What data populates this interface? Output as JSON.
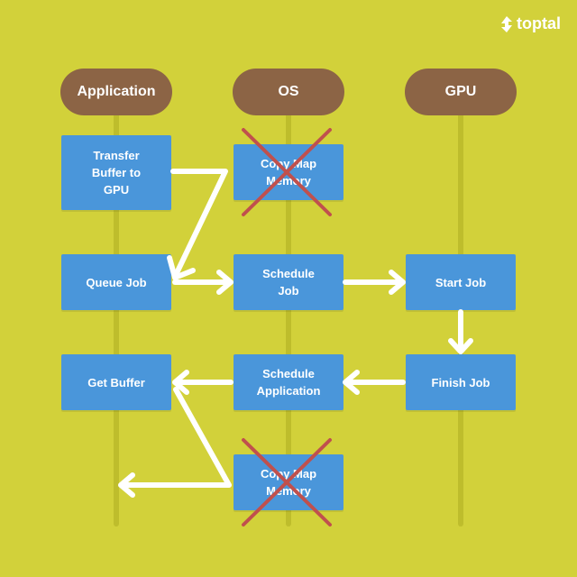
{
  "brand": {
    "logo_text": "toptal"
  },
  "lanes": {
    "application": "Application",
    "os": "OS",
    "gpu": "GPU"
  },
  "boxes": {
    "transfer_buffer": "Transfer\nBuffer to\nGPU",
    "copy_map_memory_top": "Copy Map\nMemory",
    "queue_job": "Queue Job",
    "schedule_job": "Schedule\nJob",
    "start_job": "Start Job",
    "get_buffer": "Get Buffer",
    "schedule_application": "Schedule\nApplication",
    "finish_job": "Finish Job",
    "copy_map_memory_bottom": "Copy Map\nMemory"
  },
  "colors": {
    "background": "#d2d13a",
    "lane_header": "#8c6445",
    "box": "#4a96da",
    "arrow": "#ffffff",
    "cross": "#c0504d"
  }
}
